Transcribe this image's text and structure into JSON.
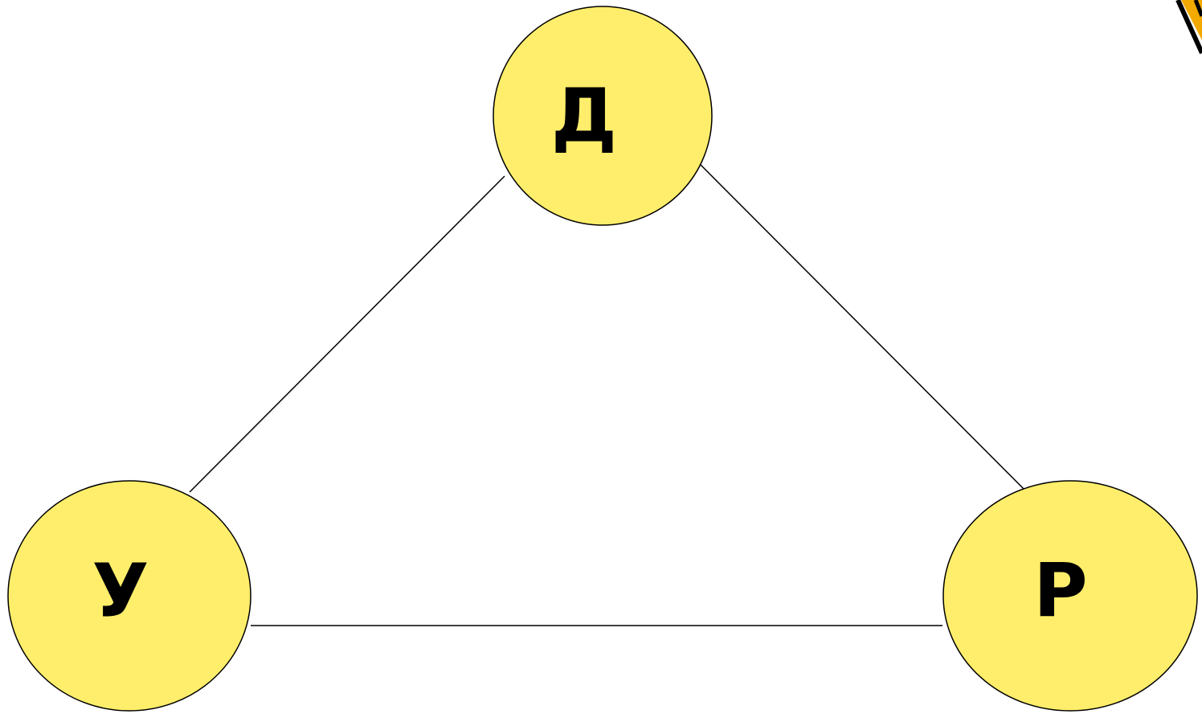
{
  "diagram": {
    "nodes": [
      {
        "id": "top",
        "label": "Д"
      },
      {
        "id": "left",
        "label": "У"
      },
      {
        "id": "right",
        "label": "Р"
      }
    ],
    "edges": [
      {
        "from": "top",
        "to": "left"
      },
      {
        "from": "top",
        "to": "right"
      },
      {
        "from": "left",
        "to": "right"
      }
    ],
    "node_fill": "#FFEE6B",
    "line_color": "#000000",
    "corner_decoration_colors": [
      "#000000",
      "#F2A900"
    ]
  }
}
